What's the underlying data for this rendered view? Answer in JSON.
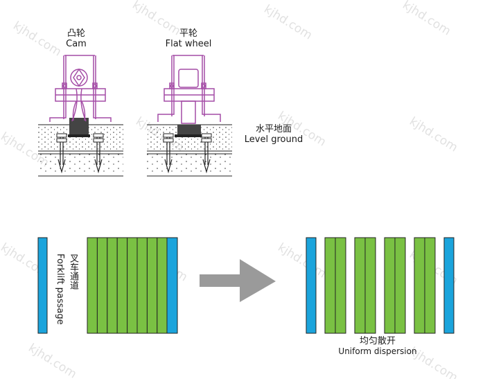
{
  "watermark": "kjhd.com",
  "top": {
    "cam": {
      "zh": "凸轮",
      "en": "Cam"
    },
    "flat": {
      "zh": "平轮",
      "en": "Flat wheel"
    },
    "ground": {
      "zh": "水平地面",
      "en": "Level ground"
    }
  },
  "bottom": {
    "forklift": {
      "zh": "叉车通道",
      "en": "Forklift passage"
    },
    "uniform": {
      "zh": "均匀散开",
      "en": "Uniform dispersion"
    }
  },
  "colors": {
    "rack": "#7ac143",
    "passage": "#1ba4dc",
    "frame": "#a44ca6",
    "arrow": "#9a9a9a"
  }
}
